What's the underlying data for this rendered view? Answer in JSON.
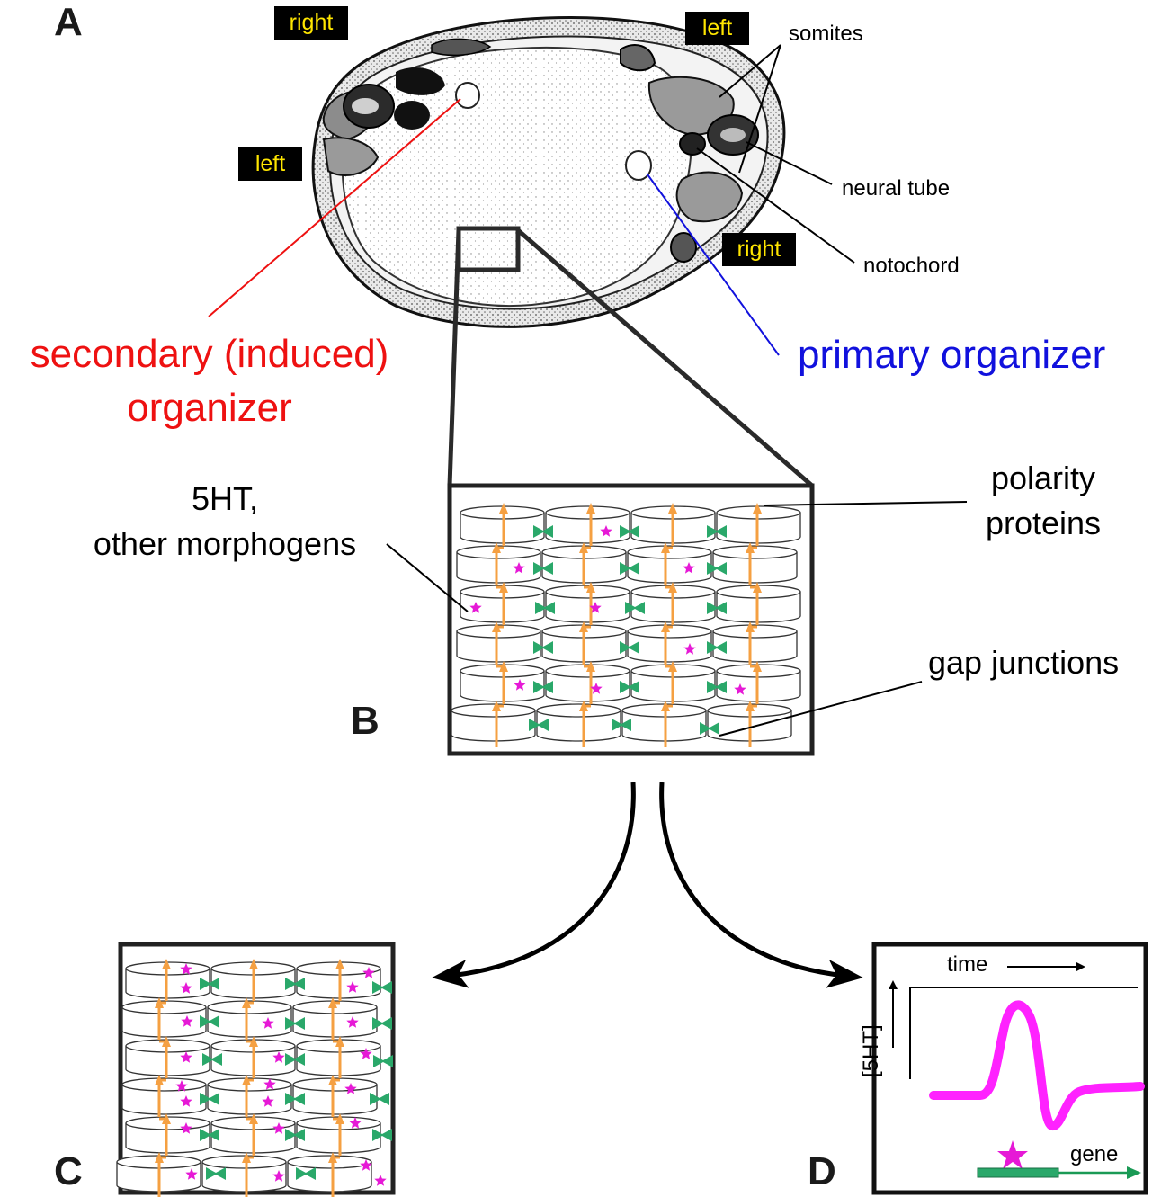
{
  "panels": {
    "a": "A",
    "b": "B",
    "c": "C",
    "d": "D"
  },
  "panel_a": {
    "side_labels": {
      "right_top": "right",
      "left_top": "left",
      "left_side": "left",
      "right_bottom": "right"
    },
    "annotations": {
      "somites": "somites",
      "neural_tube": "neural tube",
      "notochord": "notochord"
    },
    "secondary_organizer": [
      "secondary (induced)",
      "organizer"
    ],
    "primary_organizer": "primary organizer"
  },
  "panel_b": {
    "morphogens_label": [
      "5HT,",
      "other morphogens"
    ],
    "polarity_label": [
      "polarity",
      "proteins"
    ],
    "gap_label": "gap junctions"
  },
  "panel_d": {
    "time_label": "time",
    "y_axis_label": "[5HT]",
    "gene_label": "gene"
  },
  "colors": {
    "secondary": "#ee1111",
    "primary": "#1111dd",
    "badge_text": "#ffe600",
    "polarity_arrow": "#f5a042",
    "gap_junction": "#2aa86a",
    "morphogen": "#e619d6",
    "curve": "#ff22ff",
    "gene_arrow": "#1a9a55"
  }
}
